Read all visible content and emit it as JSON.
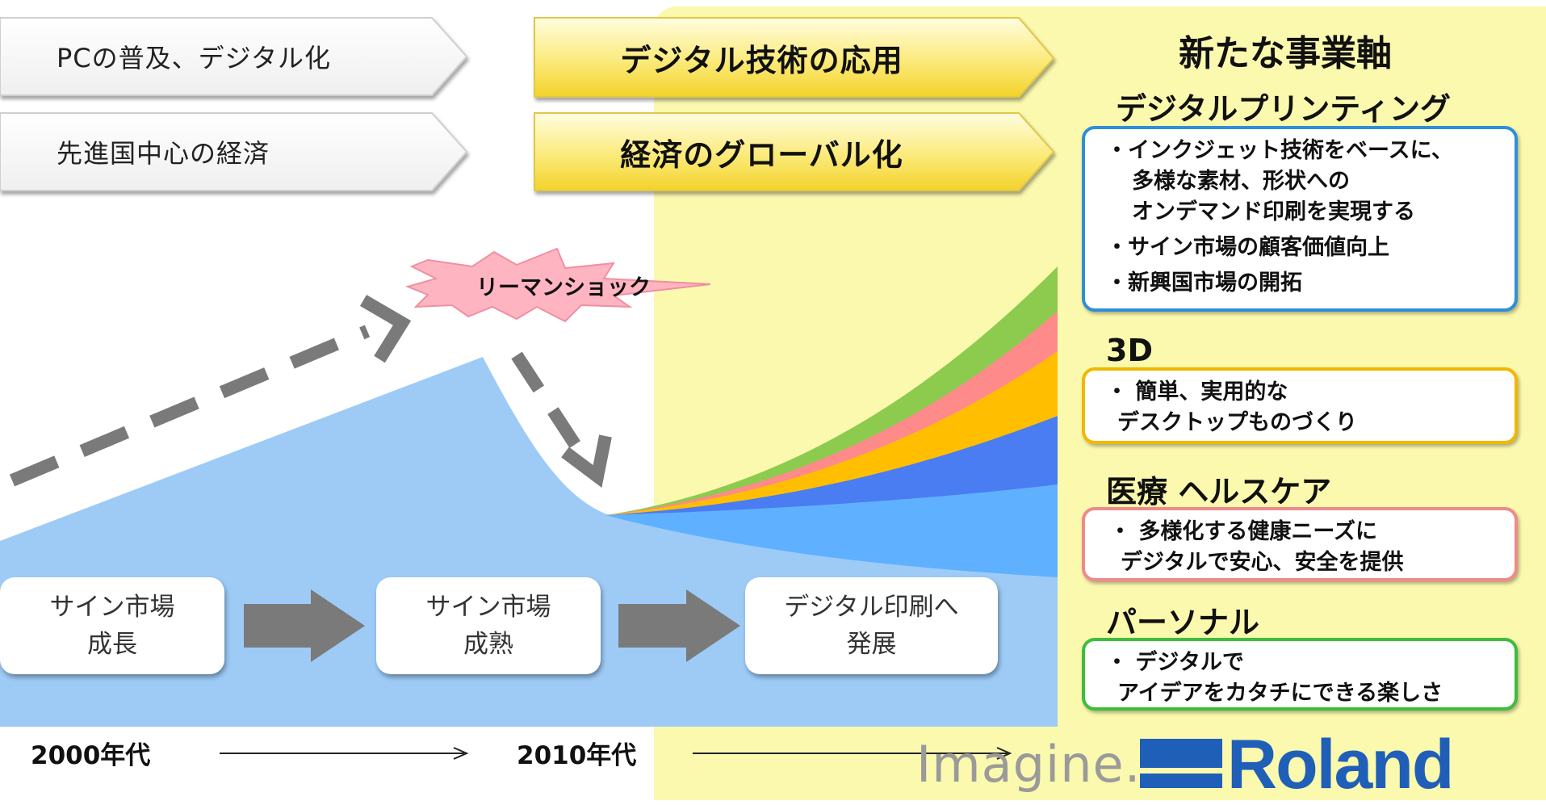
{
  "top_rows": [
    {
      "left_label": "PCの普及、デジタル化",
      "mid_label": "デジタル技術の応用"
    },
    {
      "left_label": "先進国中心の経済",
      "mid_label": "経済のグローバル化"
    }
  ],
  "event_label": "リーマンショック",
  "stages": [
    {
      "line1": "サイン市場",
      "line2": "成長"
    },
    {
      "line1": "サイン市場",
      "line2": "成熟"
    },
    {
      "line1": "デジタル印刷へ",
      "line2": "発展"
    }
  ],
  "timeline": {
    "start": "2000年代",
    "mid": "2010年代"
  },
  "business_axis": {
    "title": "新たな事業軸",
    "sections": [
      {
        "heading": "デジタルプリンティング",
        "color": "#2E8FD8",
        "lines": [
          "・インクジェット技術をベースに、",
          "多様な素材、形状への",
          "オンデマンド印刷を実現する",
          "・サイン市場の顧客価値向上",
          "・新興国市場の開拓"
        ]
      },
      {
        "heading": "3D",
        "color": "#F2B800",
        "lines": [
          "・ 簡単、実用的な",
          "デスクトップものづくり"
        ]
      },
      {
        "heading": "医療 ヘルスケア",
        "color": "#F08A8A",
        "lines": [
          "・ 多様化する健康ニーズに",
          "デジタルで安心、安全を提供"
        ]
      },
      {
        "heading": "パーソナル",
        "color": "#3DBE3D",
        "lines": [
          "・ デジタルで",
          "アイデアをカタチにできる楽しさ"
        ]
      }
    ]
  },
  "brand": {
    "tagline": "Imagine.",
    "name": "Roland",
    "color": "#1F5FB8"
  },
  "colors": {
    "background_panel": "#FBF9AE",
    "market_area": "#9DCBF6",
    "curve_green": "#8CCB4E",
    "curve_red": "#FF8A8A",
    "curve_orange": "#FFBF00",
    "curve_blue": "#4A7CF2",
    "curve_light_blue": "#5FB0FF"
  }
}
